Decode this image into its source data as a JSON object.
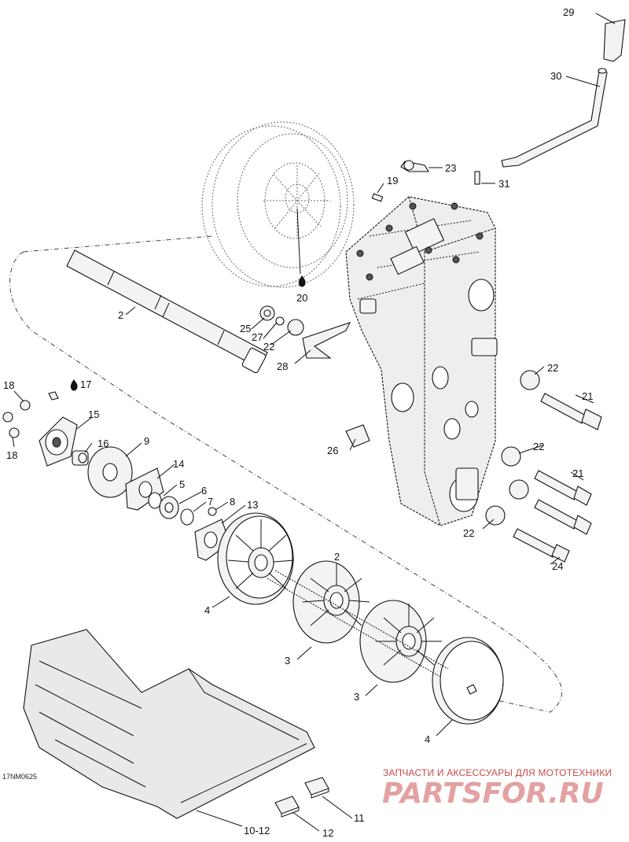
{
  "diagram": {
    "reference_code": "17NM0625",
    "callouts": [
      "29",
      "30",
      "23",
      "19",
      "31",
      "20",
      "2",
      "25",
      "27",
      "22",
      "28",
      "17",
      "18",
      "15",
      "16",
      "9",
      "14",
      "5",
      "6",
      "7",
      "8",
      "13",
      "26",
      "21",
      "24",
      "4",
      "3",
      "11",
      "10-12",
      "12"
    ],
    "watermark": {
      "line1": "ЗАПЧАСТИ И АКСЕССУАРЫ ДЛЯ МОТОТЕХНИКИ",
      "line2": "PARTSFOR.RU"
    }
  }
}
